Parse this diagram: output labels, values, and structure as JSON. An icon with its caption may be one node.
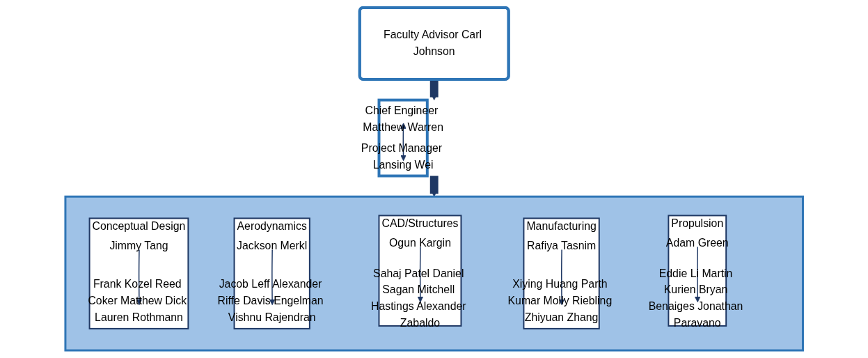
{
  "diagram": {
    "nodes": [
      {
        "text": [
          "Faculty Advisor Carl Johnson"
        ]
      },
      {
        "text": [],
        "shape": "box"
      },
      {
        "text": [
          "Chief Engineer Matthew Warren"
        ],
        "in": 1
      },
      {
        "text": [
          "Project Manager Lansing Wei"
        ],
        "in": 1
      },
      {
        "text": [],
        "shape": "box"
      },
      {
        "text": [
          "Conceptual Design"
        ],
        "in": 4
      },
      {
        "text": [
          "Jimmy Tang"
        ],
        "in": 5
      },
      {
        "text": [
          "Frank Kozel Reed Coker Matthew Dick Lauren Rothmann"
        ],
        "in": 5
      },
      {
        "text": [
          "Aerodynamics"
        ],
        "in": 4
      },
      {
        "text": [
          "Jackson Merkl"
        ],
        "in": 8
      },
      {
        "text": [
          "Jacob Leff Alexander Riffe Davis Engelman Vishnu Rajendran"
        ],
        "in": 8
      },
      {
        "text": [
          "CAD/Structures"
        ],
        "in": 4
      },
      {
        "text": [
          "Ogun Kargin"
        ],
        "in": 11
      },
      {
        "text": [
          "Sahaj Patel Daniel Sagan Mitchell Hastings Alexander Zabaldo"
        ],
        "in": 11
      },
      {
        "text": [
          "Manufacturing"
        ],
        "in": 4
      },
      {
        "text": [
          "Rafiya Tasnim"
        ],
        "in": 14
      },
      {
        "text": [
          "Xiying Huang Parth Kumar Molly Riebling Zhiyuan Zhang"
        ],
        "in": 14
      },
      {
        "text": [
          "Propulsion"
        ],
        "in": 4
      },
      {
        "text": [
          "Adam Green"
        ],
        "in": 17
      },
      {
        "text": [
          "Eddie Li Martin Kurien Bryan Benaiges Jonathan Paravano"
        ],
        "in": 17
      }
    ],
    "edges": [
      {
        "from": 0,
        "to": 1,
        "arrow": "to",
        "style": "thick"
      },
      {
        "from": 2,
        "to": 3,
        "arrow": "both"
      },
      {
        "from": 1,
        "to": 4,
        "arrow": "to",
        "style": "thick"
      },
      {
        "from": 6,
        "to": 7,
        "arrow": "to"
      },
      {
        "from": 9,
        "to": 10,
        "arrow": "to"
      },
      {
        "from": 12,
        "to": 13,
        "arrow": "to"
      },
      {
        "from": 15,
        "to": 16,
        "arrow": "to"
      },
      {
        "from": 18,
        "to": 19,
        "arrow": "to"
      }
    ]
  }
}
